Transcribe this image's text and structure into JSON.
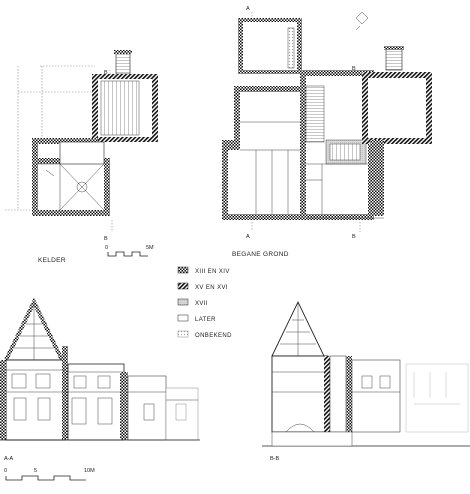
{
  "plans": {
    "kelder": {
      "label": "KELDER",
      "section_mark_top": "B",
      "section_mark_bottom": "B"
    },
    "begane_grond": {
      "label": "BEGANE GROND",
      "section_mark_a_top": "A",
      "section_mark_a_bottom": "A",
      "section_mark_b_top": "B",
      "section_mark_b_bottom": "B"
    }
  },
  "scale_top": {
    "zero": "0",
    "end": "5M"
  },
  "scale_bottom": {
    "zero": "0",
    "mid": "5",
    "end": "10M"
  },
  "legend": {
    "items": [
      {
        "label": "XIII EN XIV",
        "pattern": "black-checker"
      },
      {
        "label": "XV EN XVI",
        "pattern": "hatch"
      },
      {
        "label": "XVII",
        "pattern": "light-gray"
      },
      {
        "label": "LATER",
        "pattern": "white"
      },
      {
        "label": "ONBEKEND",
        "pattern": "dotted"
      }
    ]
  },
  "sections": {
    "aa": {
      "label": "A-A"
    },
    "bb": {
      "label": "B-B"
    }
  }
}
